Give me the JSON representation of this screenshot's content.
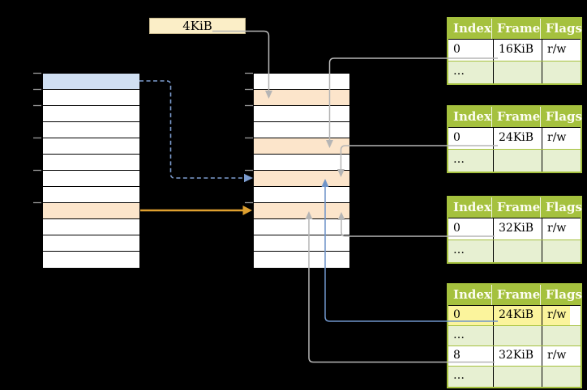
{
  "pointer_box": {
    "label": "4KiB"
  },
  "virtual_memory_column": {
    "rows": 12,
    "blue_row_index": 0,
    "orange_row_index": 8
  },
  "physical_memory_column": {
    "rows": 12,
    "orange_row_indices": [
      1,
      4,
      6,
      8
    ]
  },
  "page_tables": [
    {
      "headers": [
        "Index",
        "Frame",
        "Flags"
      ],
      "rows": [
        [
          "0",
          "16KiB",
          "r/w"
        ],
        [
          "…",
          "",
          ""
        ]
      ]
    },
    {
      "headers": [
        "Index",
        "Frame",
        "Flags"
      ],
      "rows": [
        [
          "0",
          "24KiB",
          "r/w"
        ],
        [
          "…",
          "",
          ""
        ]
      ]
    },
    {
      "headers": [
        "Index",
        "Frame",
        "Flags"
      ],
      "rows": [
        [
          "0",
          "32KiB",
          "r/w"
        ],
        [
          "…",
          "",
          ""
        ]
      ]
    },
    {
      "headers": [
        "Index",
        "Frame",
        "Flags"
      ],
      "highlighted_row_index": 0,
      "rows": [
        [
          "0",
          "24KiB",
          "r/w"
        ],
        [
          "…",
          "",
          ""
        ],
        [
          "8",
          "32KiB",
          "r/w"
        ],
        [
          "…",
          "",
          ""
        ]
      ]
    }
  ],
  "connections": [
    {
      "from": "4KiB pointer box",
      "to": "physical frame row 1 (4KiB)",
      "style": "solid gray arrow"
    },
    {
      "from": "page table 1 frame 16KiB entry",
      "to": "physical frame row 4 (16KiB)",
      "style": "solid gray arrow"
    },
    {
      "from": "page table 2 frame 24KiB entry",
      "to": "physical frame row 6 (24KiB)",
      "style": "solid gray arrow"
    },
    {
      "from": "page table 3 frame 32KiB entry",
      "to": "physical frame row 8 (32KiB)",
      "style": "solid gray arrow"
    },
    {
      "from": "page table 4 highlighted entry 0 → 24KiB",
      "to": "physical frame row 6 (24KiB)",
      "style": "solid blue arrow"
    },
    {
      "from": "page table 4 entry 8 → 32KiB",
      "to": "physical frame row 8 (32KiB)",
      "style": "solid gray arrow"
    },
    {
      "from": "virtual memory row 0 (blue)",
      "to": "physical frame row 6",
      "style": "dashed blue arrow"
    },
    {
      "from": "virtual memory row 8 (orange)",
      "to": "physical frame row 8",
      "style": "solid orange arrow"
    }
  ],
  "colors": {
    "background": "#000000",
    "table_header_green": "#a5c13e",
    "table_alt_row_green": "#e7f0d2",
    "highlight_yellow": "#fbf49c",
    "pointer_box_tan": "#fbeec7",
    "virtual_page_blue": "#d0dff2",
    "frame_orange": "#fce5cb",
    "connector_gray": "#b5b5b5",
    "connector_blue": "#6f94c9",
    "connector_dashed_blue": "#7d9dd0",
    "connector_orange": "#dfa02f"
  }
}
